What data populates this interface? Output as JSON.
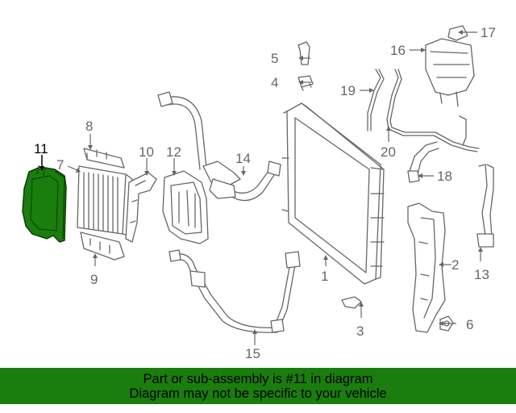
{
  "diagram": {
    "highlight_color": "#1a7d0e",
    "highlighted_part": "11",
    "callouts": [
      "1",
      "2",
      "3",
      "4",
      "5",
      "6",
      "7",
      "8",
      "9",
      "10",
      "11",
      "12",
      "13",
      "14",
      "15",
      "16",
      "17",
      "18",
      "19",
      "20"
    ]
  },
  "banner": {
    "line1": "Part or sub-assembly is #11 in diagram",
    "line2": "Diagram may not be specific to your vehicle",
    "background": "#1a7d0e"
  }
}
